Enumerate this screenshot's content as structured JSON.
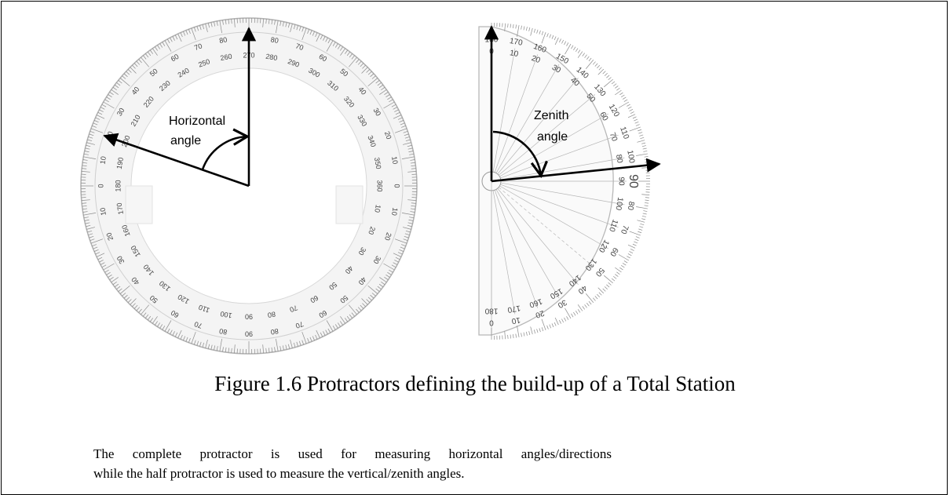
{
  "diagram": {
    "full_protractor": {
      "label_line1": "Horizontal",
      "label_line2": "angle",
      "outer_numbers": [
        "10",
        "20",
        "30",
        "40",
        "50",
        "60",
        "70",
        "80",
        "90",
        "80",
        "70",
        "60",
        "50",
        "40",
        "30",
        "20",
        "10",
        "0",
        "10",
        "20",
        "30",
        "40",
        "50",
        "60",
        "70",
        "80",
        "90",
        "80",
        "70",
        "60",
        "50",
        "40",
        "30",
        "20",
        "10",
        "0"
      ],
      "inner_numbers": [
        "190",
        "200",
        "210",
        "220",
        "230",
        "240",
        "250",
        "260",
        "270",
        "280",
        "290",
        "300",
        "310",
        "320",
        "330",
        "340",
        "350",
        "360",
        "10",
        "20",
        "30",
        "40",
        "50",
        "60",
        "70",
        "80",
        "90",
        "100",
        "110",
        "120",
        "130",
        "140",
        "150",
        "160",
        "170",
        "180"
      ]
    },
    "half_protractor": {
      "label_line1": "Zenith",
      "label_line2": "angle",
      "outer_numbers": [
        "180",
        "170",
        "160",
        "150",
        "140",
        "130",
        "120",
        "110",
        "100",
        "90",
        "80",
        "70",
        "60",
        "50",
        "40",
        "30",
        "20",
        "10",
        "0"
      ],
      "inner_numbers": [
        "0",
        "10",
        "20",
        "30",
        "40",
        "50",
        "60",
        "70",
        "80",
        "90",
        "100",
        "110",
        "120",
        "130",
        "140",
        "150",
        "160",
        "170",
        "180"
      ]
    }
  },
  "caption": "Figure 1.6 Protractors defining the build-up of a Total Station",
  "description": {
    "line1": "The complete protractor is used for measuring horizontal angles/directions",
    "line2": "while the half protractor is used to measure the vertical/zenith angles."
  }
}
